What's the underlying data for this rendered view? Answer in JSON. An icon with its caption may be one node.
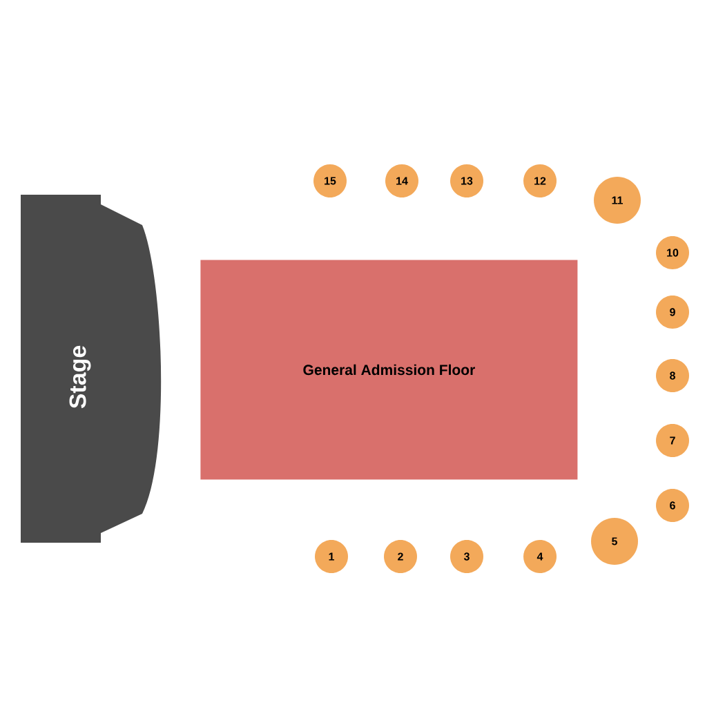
{
  "diagram": {
    "nodes": [
      {
        "text": [
          "Stage"
        ]
      },
      {
        "text": [
          "General Admission Floor"
        ]
      },
      {
        "text": [
          "1"
        ]
      },
      {
        "text": [
          "2"
        ]
      },
      {
        "text": [
          "3"
        ]
      },
      {
        "text": [
          "4"
        ]
      },
      {
        "text": [
          "5"
        ]
      },
      {
        "text": [
          "6"
        ]
      },
      {
        "text": [
          "7"
        ]
      },
      {
        "text": [
          "8"
        ]
      },
      {
        "text": [
          "9"
        ]
      },
      {
        "text": [
          "10"
        ]
      },
      {
        "text": [
          "11"
        ]
      },
      {
        "text": [
          "12"
        ]
      },
      {
        "text": [
          "13"
        ]
      },
      {
        "text": [
          "14"
        ]
      },
      {
        "text": [
          "15"
        ]
      }
    ]
  }
}
